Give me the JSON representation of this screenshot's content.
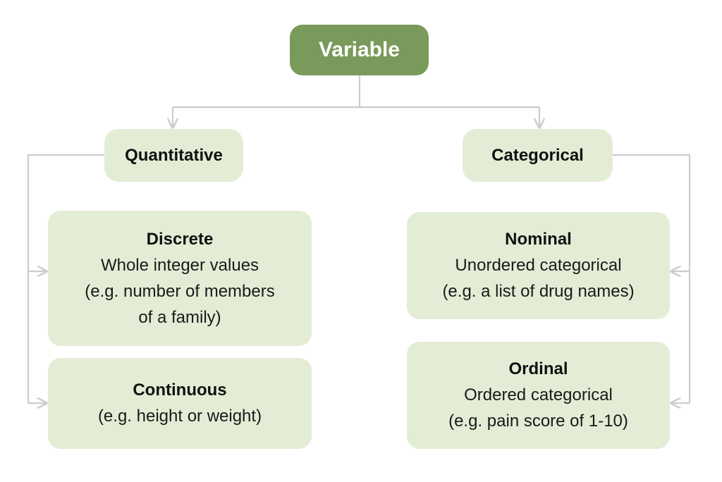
{
  "root": {
    "label": "Variable"
  },
  "branches": {
    "quantitative": {
      "label": "Quantitative",
      "children": {
        "discrete": {
          "title": "Discrete",
          "lines": [
            "Whole integer values",
            "(e.g. number of members",
            "of a family)"
          ]
        },
        "continuous": {
          "title": "Continuous",
          "lines": [
            "(e.g. height or weight)"
          ]
        }
      }
    },
    "categorical": {
      "label": "Categorical",
      "children": {
        "nominal": {
          "title": "Nominal",
          "lines": [
            "Unordered categorical",
            "(e.g. a list of drug names)"
          ]
        },
        "ordinal": {
          "title": "Ordinal",
          "lines": [
            "Ordered categorical",
            "(e.g. pain score of 1-10)"
          ]
        }
      }
    }
  },
  "colors": {
    "root_fill": "#7a9a5b",
    "box_fill": "#e3edd5",
    "connector": "#cccccc",
    "root_text": "#ffffff"
  }
}
